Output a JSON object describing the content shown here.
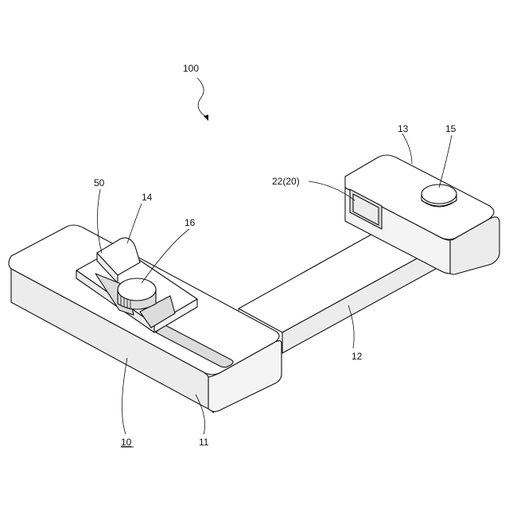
{
  "figure": {
    "labels": {
      "assembly": "100",
      "base": "10",
      "base_end": "11",
      "arm": "12",
      "head_block": "13",
      "slider": "14",
      "head_knob": "15",
      "slider_knob": "16",
      "pad": "22(20)",
      "slot": "50"
    }
  }
}
